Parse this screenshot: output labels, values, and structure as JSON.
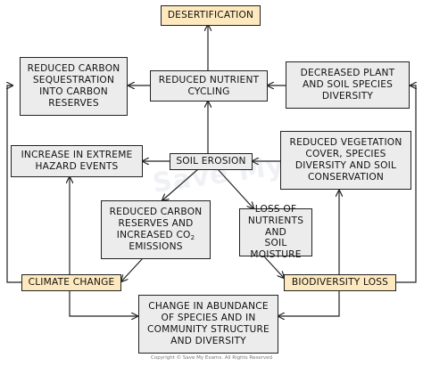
{
  "nodes": {
    "desertification": "DESERTIFICATION",
    "reduced_carbon_sequestration": "REDUCED CARBON\nSEQUESTRATION\nINTO CARBON\nRESERVES",
    "reduced_nutrient_cycling": "REDUCED NUTRIENT\nCYCLING",
    "decreased_diversity": "DECREASED PLANT\nAND SOIL SPECIES\nDIVERSITY",
    "extreme_hazard": "INCREASE IN EXTREME\nHAZARD EVENTS",
    "soil_erosion": "SOIL EROSION",
    "reduced_vegetation": "REDUCED VEGETATION\nCOVER, SPECIES\nDIVERSITY AND SOIL\nCONSERVATION",
    "reduced_carbon_reserves_pre": "REDUCED CARBON\nRESERVES AND\nINCREASED CO",
    "reduced_carbon_reserves_sub": "2",
    "reduced_carbon_reserves_post": "\nEMISSIONS",
    "loss_of_nutrients": "LOSS OF\nNUTRIENTS AND\nSOIL MOISTURE",
    "climate_change": "CLIMATE CHANGE",
    "biodiversity_loss": "BIODIVERSITY LOSS",
    "change_in_abundance": "CHANGE IN ABUNDANCE\nOF SPECIES AND IN\nCOMMUNITY STRUCTURE\nAND DIVERSITY"
  },
  "watermark": "Save My Exams",
  "footer": "Copyright © Save My Exams. All Rights Reserved",
  "colors": {
    "grey_box": "#ececec",
    "highlight_box": "#fde9bd",
    "line": "#222222"
  }
}
